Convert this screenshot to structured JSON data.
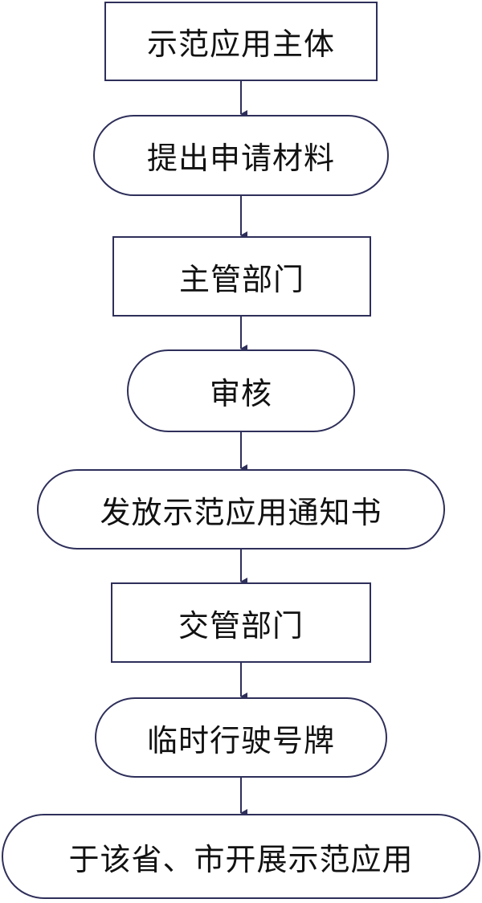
{
  "steps": [
    {
      "label": "示范应用主体",
      "shape": "rect"
    },
    {
      "label": "提出申请材料",
      "shape": "pill"
    },
    {
      "label": "主管部门",
      "shape": "rect"
    },
    {
      "label": "审核",
      "shape": "pill"
    },
    {
      "label": "发放示范应用通知书",
      "shape": "pill"
    },
    {
      "label": "交管部门",
      "shape": "rect"
    },
    {
      "label": "临时行驶号牌",
      "shape": "pill"
    },
    {
      "label": "于该省、市开展示范应用",
      "shape": "pill"
    }
  ],
  "colors": {
    "border": "#2e2f5a",
    "arrow": "#2e2f5a",
    "text": "#111111"
  }
}
